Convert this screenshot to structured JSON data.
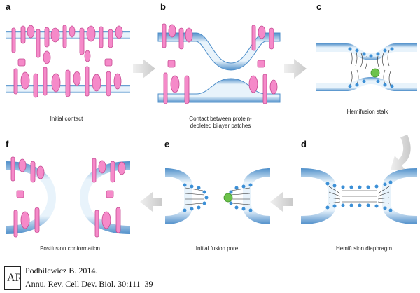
{
  "panels": [
    {
      "letter": "a",
      "caption": "Initial contact"
    },
    {
      "letter": "b",
      "caption_lines": [
        "Contact between protein-",
        "depleted bilayer patches"
      ]
    },
    {
      "letter": "c",
      "caption": "Hemifusion stalk"
    },
    {
      "letter": "d",
      "caption": "Hemifusion diaphragm"
    },
    {
      "letter": "e",
      "caption": "Initial fusion pore"
    },
    {
      "letter": "f",
      "caption": "Postfusion conformation"
    }
  ],
  "citation": {
    "logo_text": "AR",
    "line1": "Podbilewicz B. 2014.",
    "line2": "Annu. Rev. Cell Dev. Biol. 30:111–39"
  },
  "colors": {
    "membrane": "#5b9bd5",
    "membrane_fill": "#dcecf8",
    "protein": "#f27fc4",
    "protein_stroke": "#c2498f",
    "lipid_head": "#3b8fd6",
    "fusion_protein": "#6cc24a",
    "arrow": "#d6d6d6"
  }
}
